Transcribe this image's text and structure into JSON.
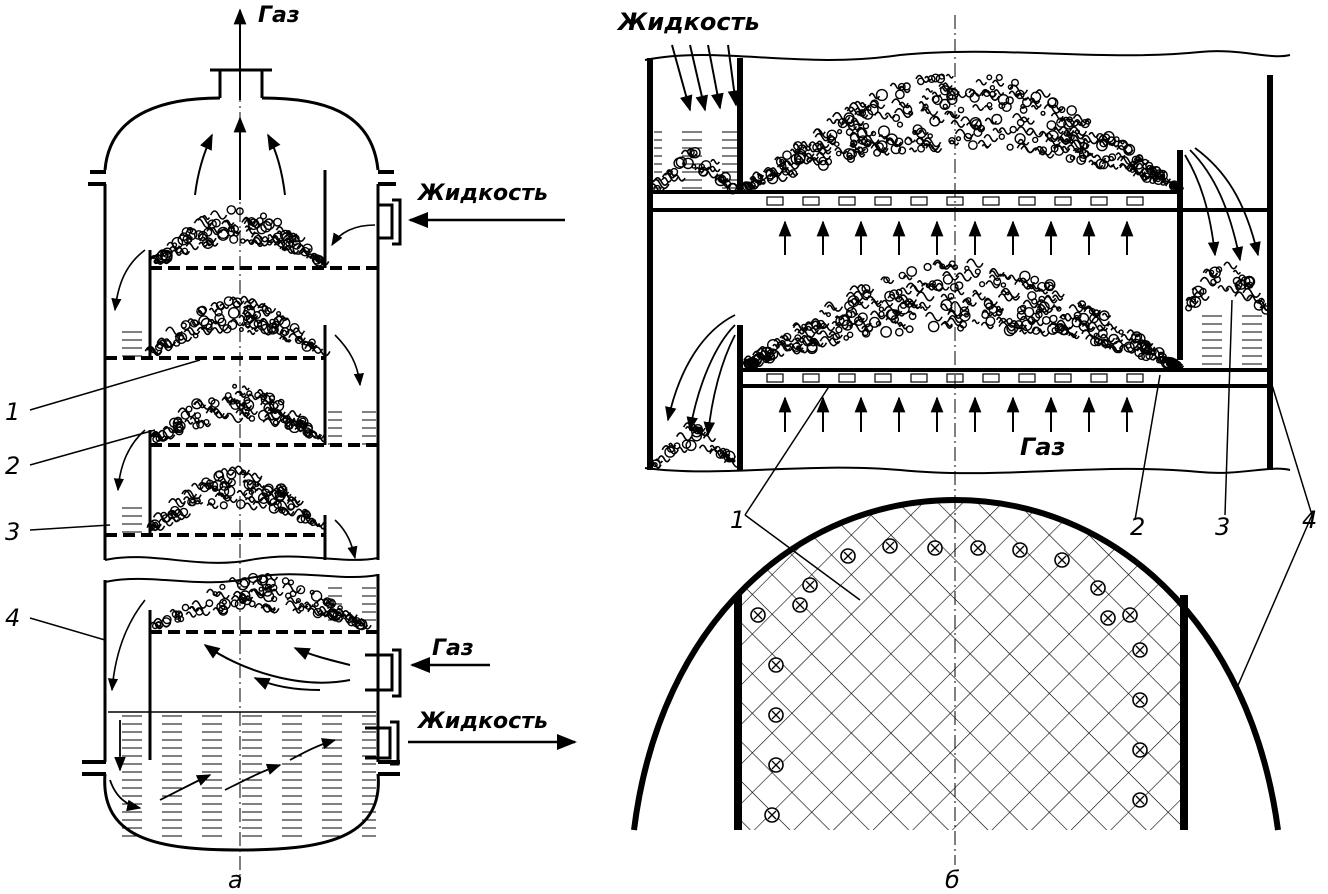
{
  "labels": {
    "gas_top": "Газ",
    "liquid_in_a": "Жидкость",
    "gas_in_a": "Газ",
    "liquid_out_a": "Жидкость",
    "liquid_in_b": "Жидкость",
    "gas_b": "Газ",
    "caption_a": "а",
    "caption_b": "б"
  },
  "numbers_a": [
    "1",
    "2",
    "3",
    "4"
  ],
  "numbers_b": [
    "1",
    "2",
    "3",
    "4"
  ]
}
